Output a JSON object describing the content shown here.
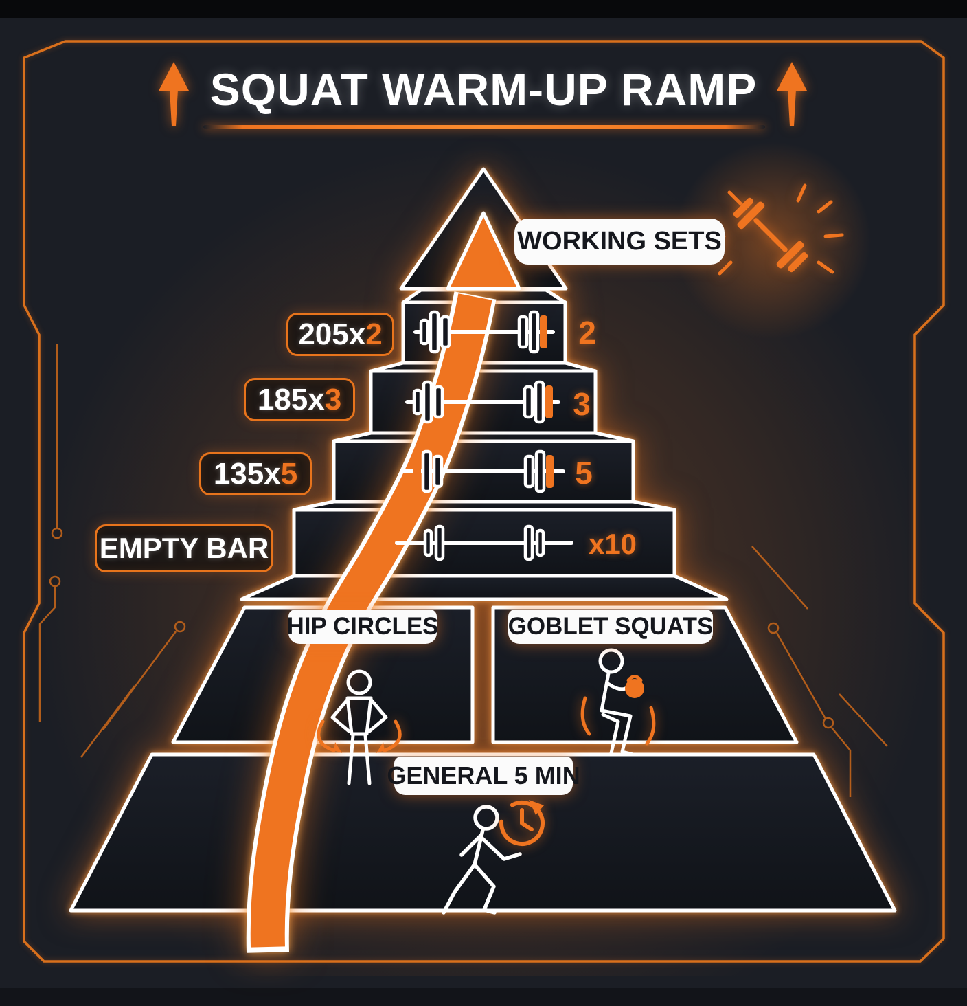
{
  "header": {
    "title": "SQUAT WARM-UP RAMP"
  },
  "peak": {
    "label": "WORKING SETS"
  },
  "ramp_levels": [
    {
      "weight_label": "205x",
      "rep_accent": "2",
      "set_count": "2"
    },
    {
      "weight_label": "185x",
      "rep_accent": "3",
      "set_count": "3"
    },
    {
      "weight_label": "135x",
      "rep_accent": "5",
      "set_count": "5"
    },
    {
      "weight_label": "EMPTY BAR",
      "rep_accent": "",
      "set_count": "x10"
    }
  ],
  "mobility_row": {
    "left_label": "HIP CIRCLES",
    "right_label": "GOBLET SQUATS"
  },
  "base_row": {
    "label": "GENERAL 5 MIN"
  },
  "colors": {
    "accent": "#EF7420",
    "frame": "#D9701C",
    "background": "#1B1E25",
    "panel_fill": "#14161D",
    "outline": "#FFFFFF"
  }
}
